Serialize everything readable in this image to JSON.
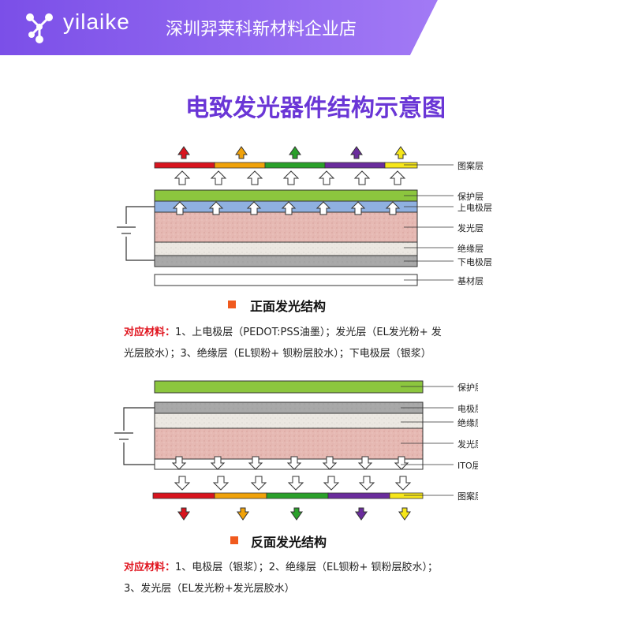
{
  "header": {
    "brand": "yilaike",
    "shop_name": "深圳羿莱科新材料企业店"
  },
  "title": "电致发光器件结构示意图",
  "front": {
    "layers": [
      "图案层",
      "保护层",
      "上电极层",
      "发光层",
      "绝缘层",
      "下电极层",
      "基材层"
    ],
    "section_title": "正面发光结构",
    "materials_prefix": "对应材料：",
    "materials_line1": "1、上电极层（PEDOT:PSS油墨）；发光层（EL发光粉+ 发",
    "materials_line2": "光层胶水）；3、绝缘层（EL钡粉+ 钡粉层胶水）；下电极层（银浆）"
  },
  "back": {
    "layers": [
      "保护层",
      "电极层",
      "绝缘层",
      "发光层",
      "ITO层",
      "图案层"
    ],
    "section_title": "反面发光结构",
    "materials_prefix": "对应材料：",
    "materials_line1": "1、电极层（银浆）；2、绝缘层（EL钡粉+ 钡粉层胶水）；",
    "materials_line2": "3、发光层（EL发光粉+发光层胶水）"
  },
  "colors": {
    "banner_purple": "#8a5cf0",
    "title_purple": "#6a36d6",
    "red": "#d8141e",
    "orange": "#f0a20a",
    "green": "#2aa02a",
    "purple": "#6a2c9c",
    "yellow": "#f6e61a",
    "protect_green": "#8cc63e",
    "electrode_blue": "#8fb0e0",
    "phosphor_pink": "#e6b9b3",
    "insulate_white": "#e8e4dd",
    "bottom_gray": "#a6a6a6",
    "accent_square": "#f05a1e"
  },
  "icons": {
    "logo": "molecule-logo-icon",
    "emit_up": "arrow-up-icon",
    "emit_down": "arrow-down-icon",
    "battery": "battery-icon"
  }
}
